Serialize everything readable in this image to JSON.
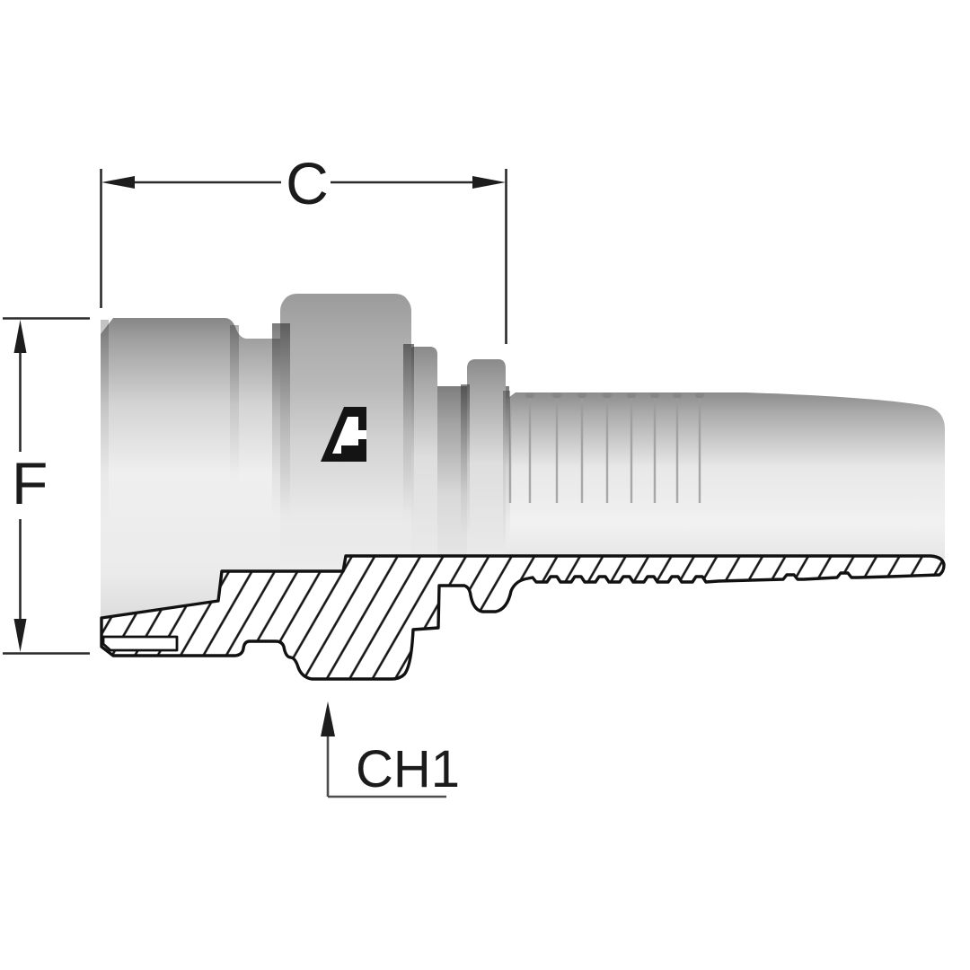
{
  "drawing": {
    "type": "technical-drawing",
    "subject": "hydraulic hose fitting, straight male with hex nut and hose tail, half-section view",
    "dimensions": {
      "c_label": "C",
      "f_label": "F",
      "ch1_label": "CH1"
    },
    "logo": {
      "name": "stylized-A-emblem",
      "location": "hex flat face"
    },
    "colors": {
      "background": "#ffffff",
      "outline": "#111111",
      "dimension_lines": "#2a2a2a",
      "leader_lines": "#4d4d4d",
      "hatch": "#161616",
      "body_dark": "#8c8c8c",
      "body_mid": "#c9c9c9",
      "body_light": "#f1f1f1"
    }
  }
}
